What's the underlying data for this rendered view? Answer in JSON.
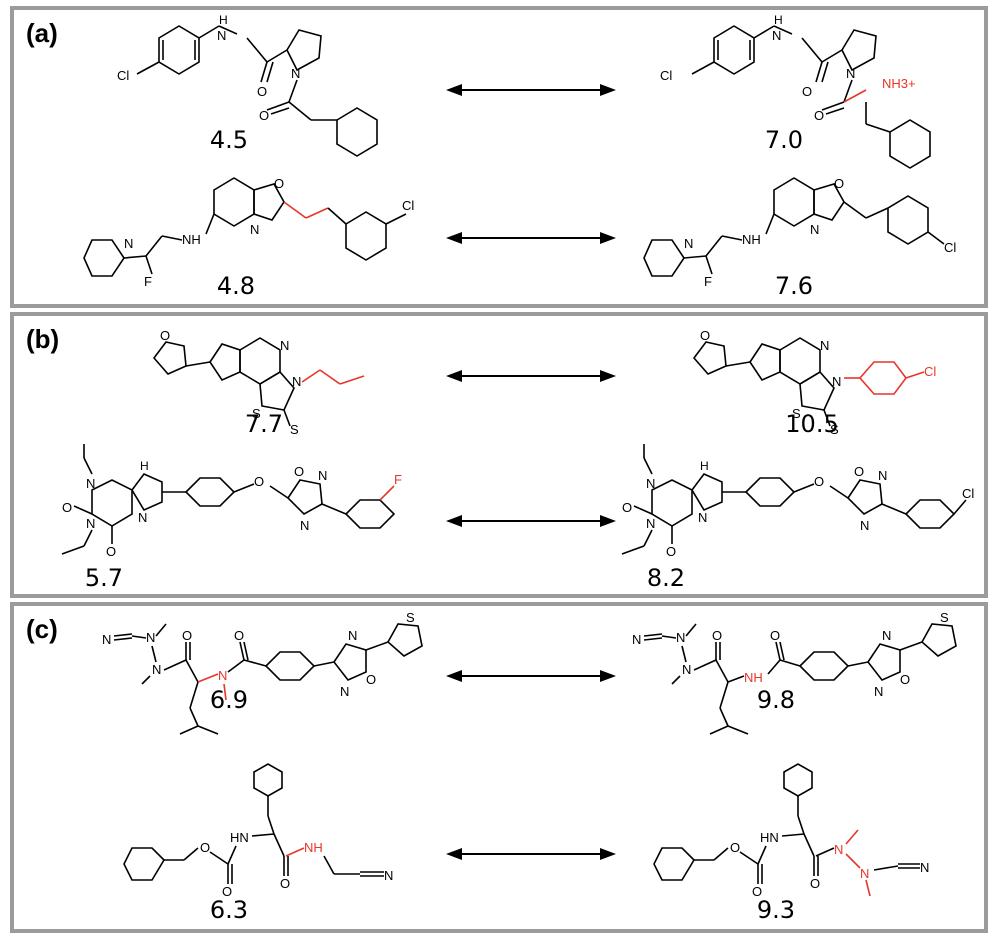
{
  "colors": {
    "border": "#9b9b9b",
    "highlight": "#e8352a"
  },
  "panels": [
    {
      "label": "(a)",
      "pairs": [
        {
          "left_value": "4.5",
          "right_value": "7.0"
        },
        {
          "left_value": "4.8",
          "right_value": "7.6"
        }
      ]
    },
    {
      "label": "(b)",
      "pairs": [
        {
          "left_value": "7.7",
          "right_value": "10.5"
        },
        {
          "left_value": "5.7",
          "right_value": "8.2"
        }
      ]
    },
    {
      "label": "(c)",
      "pairs": [
        {
          "left_value": "6.9",
          "right_value": "9.8"
        },
        {
          "left_value": "6.3",
          "right_value": "9.3"
        }
      ]
    }
  ],
  "atoms": {
    "cl": "Cl",
    "h": "H",
    "n": "N",
    "nh": "NH",
    "o": "O",
    "f": "F",
    "s": "S",
    "hn": "HN",
    "nh3": "NH3+",
    "nc_n": "N"
  }
}
